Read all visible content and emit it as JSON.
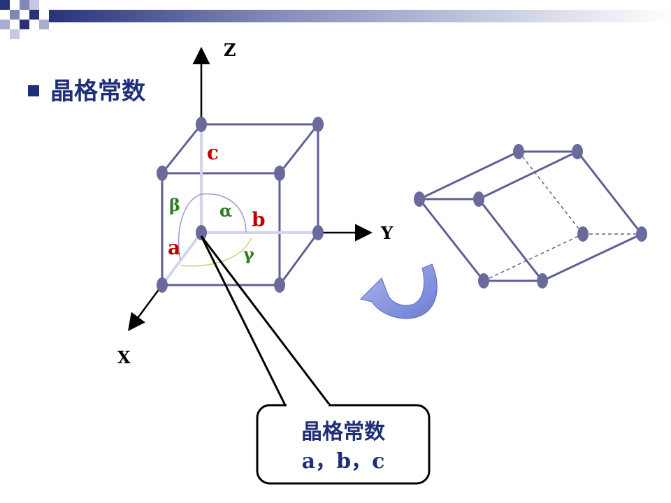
{
  "slide": {
    "bullet_text": "晶格常数"
  },
  "axes": {
    "x_label": "X",
    "y_label": "Y",
    "z_label": "Z"
  },
  "edges": {
    "a": "a",
    "b": "b",
    "c": "c"
  },
  "angles": {
    "alpha": "α",
    "beta": "β",
    "gamma": "γ"
  },
  "callout": {
    "title": "晶格常数",
    "params": "a，b，c"
  },
  "colors": {
    "lattice_edge": "#5f5f96",
    "lattice_node": "#6a6a9c",
    "edge_label": "#c00000",
    "angle_label": "#2e7d1f",
    "bullet": "#1f2e7a",
    "rotate_arrow": "#8c9ee0"
  }
}
